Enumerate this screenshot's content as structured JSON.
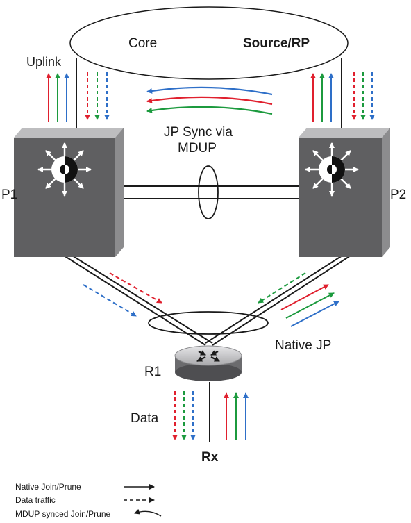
{
  "labels": {
    "core": "Core",
    "source_rp": "Source/RP",
    "uplink": "Uplink",
    "jp_sync_line1": "JP Sync via",
    "jp_sync_line2": "MDUP",
    "p1": "P1",
    "p2": "P2",
    "r1": "R1",
    "native_jp": "Native JP",
    "data": "Data",
    "rx": "Rx"
  },
  "legend": {
    "native": "Native Join/Prune",
    "data": "Data traffic",
    "mdup": "MDUP synced Join/Prune"
  },
  "colors": {
    "red": "#e0202e",
    "green": "#1c9a3e",
    "blue": "#2e6fc8",
    "switch_front": "#5f5f61",
    "switch_side": "#8c8c8e",
    "switch_top": "#bdbdbf"
  }
}
